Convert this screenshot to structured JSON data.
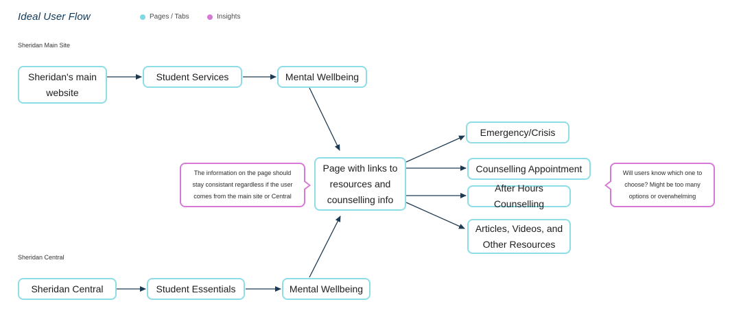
{
  "title": "Ideal User Flow",
  "legend": [
    {
      "label": "Pages / Tabs",
      "color": "#7fd8e2"
    },
    {
      "label": "Insights",
      "color": "#d679d6"
    }
  ],
  "sections": {
    "main_site": "Sheridan Main Site",
    "central": "Sheridan Central"
  },
  "nodes": {
    "main_website": [
      "Sheridan's main",
      "website"
    ],
    "student_services": "Student Services",
    "mental_wellbeing_top": "Mental Wellbeing",
    "hub": [
      "Page with links to",
      "resources and",
      "counselling info"
    ],
    "emergency": "Emergency/Crisis",
    "counselling_appointment": "Counselling Appointment",
    "after_hours": "After Hours Counselling",
    "articles": [
      "Articles, Videos, and",
      "Other Resources"
    ],
    "sheridan_central": "Sheridan Central",
    "student_essentials": "Student Essentials",
    "mental_wellbeing_bottom": "Mental Wellbeing"
  },
  "insights": {
    "left": [
      "The information on the page should",
      "stay consistant regardless if the user",
      "comes from the main site or Central"
    ],
    "right": [
      "Will users know which one to",
      "choose? Might be too many",
      "options or overwhelming"
    ]
  },
  "colors": {
    "node_border": "#8ddde6",
    "insight_border": "#d679d6",
    "arrow": "#1c3a52",
    "title": "#0f3a5c"
  }
}
